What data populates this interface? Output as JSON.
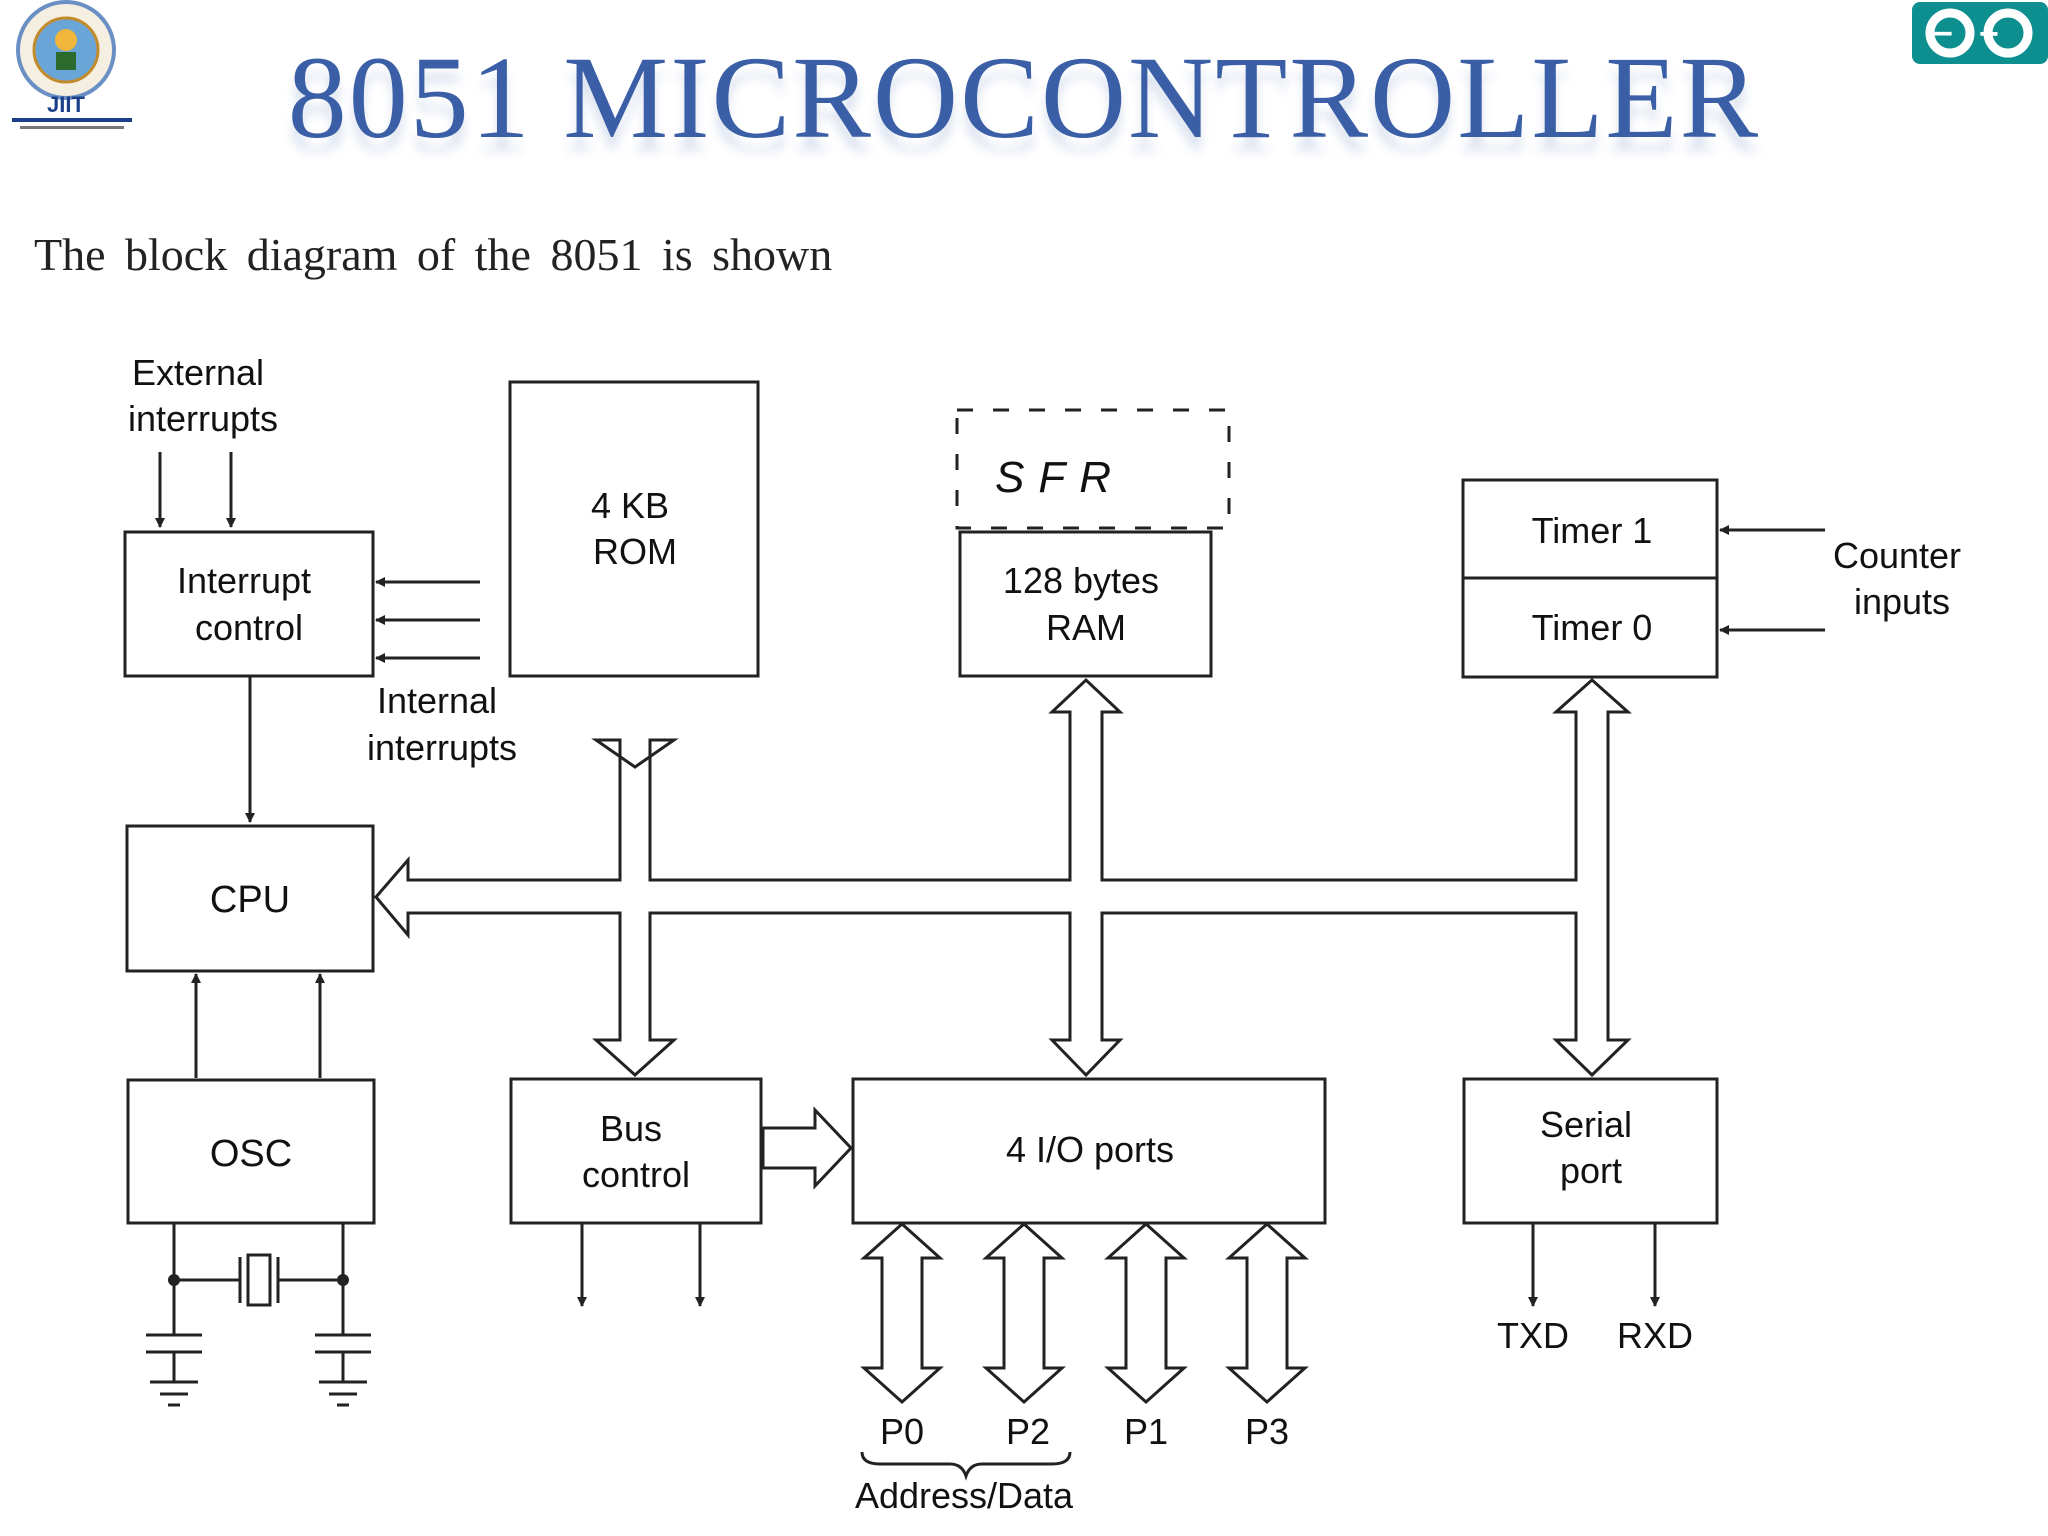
{
  "header": {
    "title": "8051 MICROCONTROLLER",
    "left_logo_icon": "institute-seal-icon",
    "right_logo_icon": "arduino-infinity-icon",
    "left_logo_text": "JIIT",
    "right_logo_symbols": "−+"
  },
  "intro_text": "The block diagram of the 8051 is shown",
  "diagram": {
    "external_interrupts": [
      "External",
      "interrupts"
    ],
    "interrupt_control": [
      "Interrupt",
      "control"
    ],
    "internal_interrupts": [
      "Internal",
      "interrupts"
    ],
    "rom": [
      "4 KB",
      "ROM"
    ],
    "sfr": "SFR",
    "ram": [
      "128 bytes",
      "RAM"
    ],
    "timer1": "Timer 1",
    "timer0": "Timer 0",
    "counter_inputs": [
      "Counter",
      "inputs"
    ],
    "cpu": "CPU",
    "osc": "OSC",
    "bus_control": [
      "Bus",
      "control"
    ],
    "io_ports": "4 I/O ports",
    "serial_port": [
      "Serial",
      "port"
    ],
    "txd": "TXD",
    "rxd": "RXD",
    "ports": [
      "P0",
      "P2",
      "P1",
      "P3"
    ],
    "address_data": "Address/Data"
  }
}
